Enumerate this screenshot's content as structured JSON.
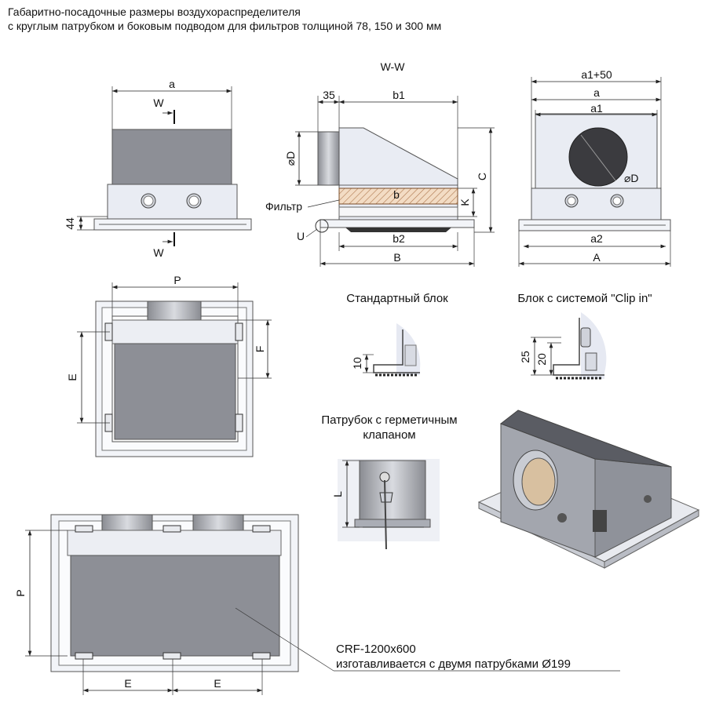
{
  "title": {
    "line1": "Габаритно-посадочные размеры воздухораспределителя",
    "line2": "с круглым патрубком и боковым подводом для фильтров толщиной 78, 150 и 300 мм"
  },
  "front_view": {
    "dim_a": "a",
    "section_top": "W",
    "section_bottom": "W",
    "dim_44": "44"
  },
  "section_view": {
    "heading": "W-W",
    "dim_35": "35",
    "dim_b1": "b1",
    "dim_D": "⌀D",
    "dim_C": "C",
    "dim_b": "b",
    "dim_K": "K",
    "filter_label": "Фильтр",
    "detail_U": "U",
    "dim_b2": "b2",
    "dim_B": "B"
  },
  "side_view": {
    "dim_a1_50": "a1+50",
    "dim_a": "a",
    "dim_a1": "a1",
    "dim_D": "⌀D",
    "dim_a2": "a2",
    "dim_A": "A"
  },
  "top_view": {
    "dim_P": "P",
    "dim_E": "E",
    "dim_F": "F"
  },
  "standard_block": {
    "label": "Стандартный блок",
    "dim_10": "10"
  },
  "clip_block": {
    "label": "Блок с системой \"Clip in\"",
    "dim_25": "25",
    "dim_20": "20"
  },
  "valve": {
    "label_line1": "Патрубок с герметичным",
    "label_line2": "клапаном",
    "dim_L": "L"
  },
  "large_view": {
    "dim_P": "P",
    "dim_E1": "E",
    "dim_E2": "E",
    "note_model": "CRF-1200x600",
    "note_text": "изготавливается с двумя патрубками Ø199"
  }
}
